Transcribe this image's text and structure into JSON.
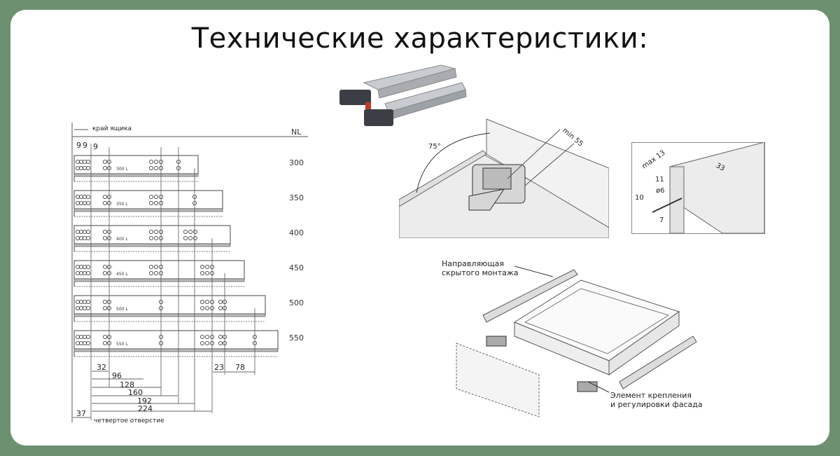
{
  "title": "Технические характеристики:",
  "left_diagram": {
    "edge_label": "край ящика",
    "nl_header": "NL",
    "top_dims": [
      "9",
      "9",
      "9"
    ],
    "rails": [
      {
        "nl": "300",
        "mark": "300 L"
      },
      {
        "nl": "350",
        "mark": "350 L"
      },
      {
        "nl": "400",
        "mark": "400 L"
      },
      {
        "nl": "450",
        "mark": "450 L"
      },
      {
        "nl": "500",
        "mark": "500 L"
      },
      {
        "nl": "550",
        "mark": "550 L"
      }
    ],
    "dims": {
      "d32": "32",
      "d96": "96",
      "d128": "128",
      "d160": "160",
      "d192": "192",
      "d224": "224",
      "d37": "37",
      "d23": "23",
      "d78": "78"
    },
    "fourth_hole_label": "четвертое отверстие"
  },
  "mount_diagram": {
    "angle": "75°",
    "min": "min 55"
  },
  "detail_diagram": {
    "max": "max 13",
    "d33": "33",
    "d11": "11",
    "d10": "10",
    "dia": "ø6",
    "d7": "7"
  },
  "assembly": {
    "runner_label": "Направляющая скрытого монтажа",
    "runner_label_lines": [
      "Направляющая",
      "скрытого монтажа"
    ],
    "fastener_label_lines": [
      "Элемент крепления",
      "и регулировки фасада"
    ]
  }
}
